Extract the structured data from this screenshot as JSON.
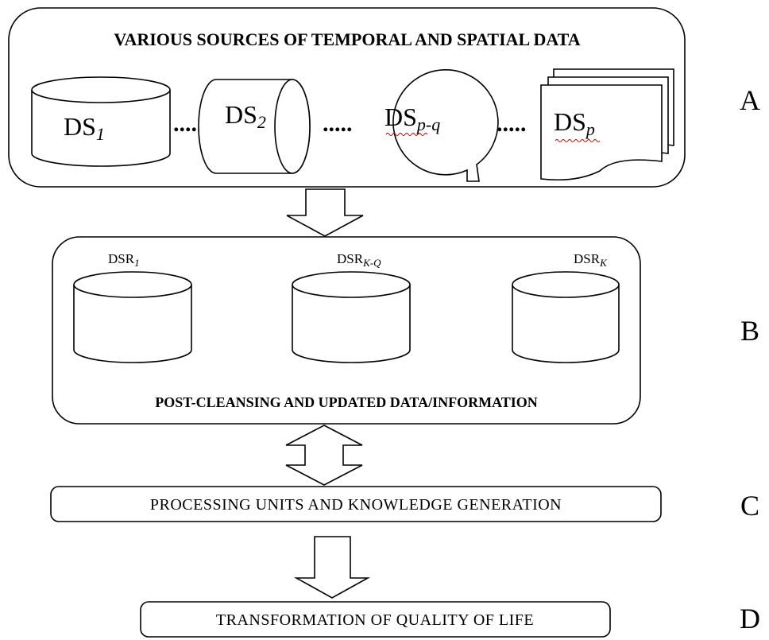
{
  "panel_a": {
    "title": "VARIOUS SOURCES OF TEMPORAL AND SPATIAL DATA",
    "stage": "A",
    "sources": [
      {
        "base": "DS",
        "sub": "1",
        "icon": "database-cylinder-icon"
      },
      {
        "base": "DS",
        "sub": "2",
        "icon": "horizontal-cylinder-icon"
      },
      {
        "base": "DS",
        "sub": "p-q",
        "icon": "sequential-data-icon"
      },
      {
        "base": "DS",
        "sub": "p",
        "icon": "multiple-documents-icon"
      }
    ],
    "separator": "....."
  },
  "panel_b": {
    "title": "POST-CLEANSING AND UPDATED DATA/INFORMATION",
    "stage": "B",
    "repositories": [
      {
        "base": "DSR",
        "sub": "1",
        "icon": "database-cylinder-icon"
      },
      {
        "base": "DSR",
        "sub": "K-Q",
        "icon": "database-cylinder-icon"
      },
      {
        "base": "DSR",
        "sub": "K",
        "icon": "database-cylinder-icon"
      }
    ]
  },
  "box_c": {
    "text": "PROCESSING UNITS AND KNOWLEDGE GENERATION",
    "stage": "C"
  },
  "box_d": {
    "text": "TRANSFORMATION OF QUALITY OF LIFE",
    "stage": "D"
  },
  "arrows": [
    {
      "from": "A",
      "to": "B",
      "direction": "down"
    },
    {
      "from": "B",
      "to": "C",
      "direction": "both"
    },
    {
      "from": "C",
      "to": "D",
      "direction": "down"
    }
  ]
}
